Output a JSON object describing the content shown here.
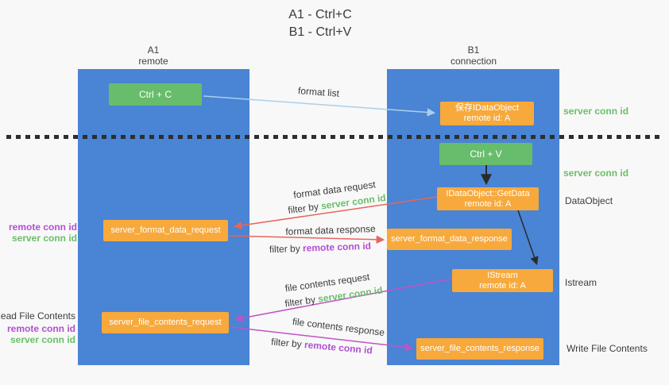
{
  "title": {
    "line1": "A1 - Ctrl+C",
    "line2": "B1 - Ctrl+V"
  },
  "lanes": {
    "left": {
      "name": "A1",
      "role": "remote"
    },
    "right": {
      "name": "B1",
      "role": "connection"
    }
  },
  "nodes": {
    "ctrl_c": {
      "label": "Ctrl + C"
    },
    "ctrl_v": {
      "label": "Ctrl + V"
    },
    "save_dataobject": {
      "line1": "保存IDataObject",
      "line2": "remote id: A"
    },
    "getdata": {
      "line1": "IDataObject::GetData",
      "line2": "remote id: A"
    },
    "istream": {
      "line1": "IStream",
      "line2": "remote id: A"
    },
    "format_request": {
      "label": "server_format_data_request"
    },
    "format_response": {
      "label": "server_format_data_response"
    },
    "file_request": {
      "label": "server_file_contents_request"
    },
    "file_response": {
      "label": "server_file_contents_response"
    }
  },
  "arrow_labels": {
    "format_list": "format list",
    "format_data_request": "format data request",
    "format_data_response": "format data response",
    "file_contents_request": "file contents request",
    "file_contents_response": "file contents response",
    "filter_by": "filter by",
    "server_conn_id": "server conn id",
    "remote_conn_id": "remote conn id"
  },
  "side_labels": {
    "server_conn_id_right_top": "server conn id",
    "server_conn_id_right_mid": "server conn id",
    "dataobject": "DataObject",
    "istream": "Istream",
    "write_file_contents": "Write File Contents",
    "remote_conn_id_left": "remote conn id",
    "server_conn_id_left": "server conn id",
    "read_file_contents": "Read File Contents",
    "remote_conn_id_left_bottom": "remote conn id",
    "server_conn_id_left_bottom": "server conn id"
  },
  "colors": {
    "lane_blue": "#4a84d4",
    "node_green": "#67bd6b",
    "node_orange": "#f7a93c",
    "arrow_lightblue": "#a9cfec",
    "arrow_red": "#e8655c",
    "arrow_magenta": "#c153c5",
    "arrow_black": "#2b2b2b",
    "text_green": "#6abf69",
    "text_purple": "#b14fd1",
    "background": "#f8f8f8"
  }
}
